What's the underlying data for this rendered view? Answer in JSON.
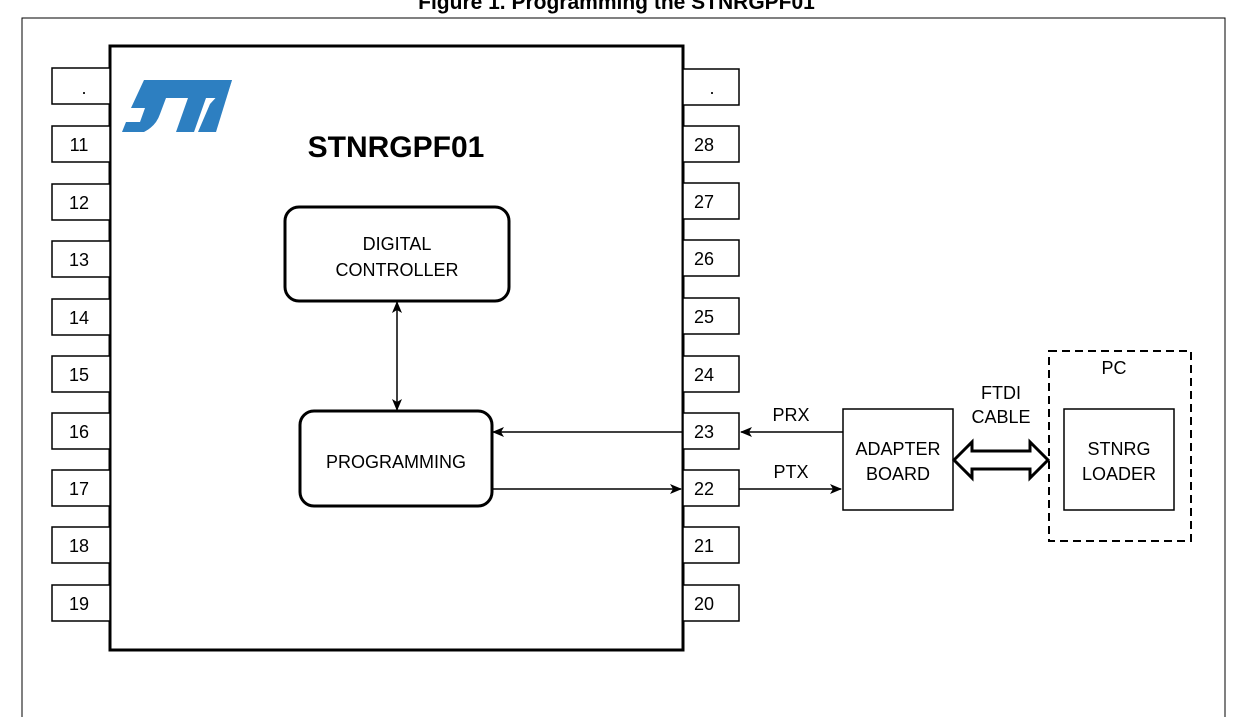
{
  "page_heading": "Figure 1. Programming the STNRGPF01",
  "chip": {
    "name": "STNRGPF01",
    "logo_text": "ST"
  },
  "pins": {
    "left": [
      ".",
      "11",
      "12",
      "13",
      "14",
      "15",
      "16",
      "17",
      "18",
      "19"
    ],
    "right": [
      ".",
      "28",
      "27",
      "26",
      "25",
      "24",
      "23",
      "22",
      "21",
      "20"
    ]
  },
  "blocks": {
    "digital_controller": [
      "DIGITAL",
      "CONTROLLER"
    ],
    "programming": [
      "PROGRAMMING"
    ],
    "adapter_board": [
      "ADAPTER",
      "BOARD"
    ],
    "stnrg_loader": [
      "STNRG",
      "LOADER"
    ]
  },
  "signals": {
    "prx": "PRX",
    "ptx": "PTX"
  },
  "cable": [
    "FTDI",
    "CABLE"
  ],
  "pc_label": "PC",
  "colors": {
    "logo": "#2d7fc1",
    "stroke": "#000000",
    "background": "#ffffff"
  }
}
